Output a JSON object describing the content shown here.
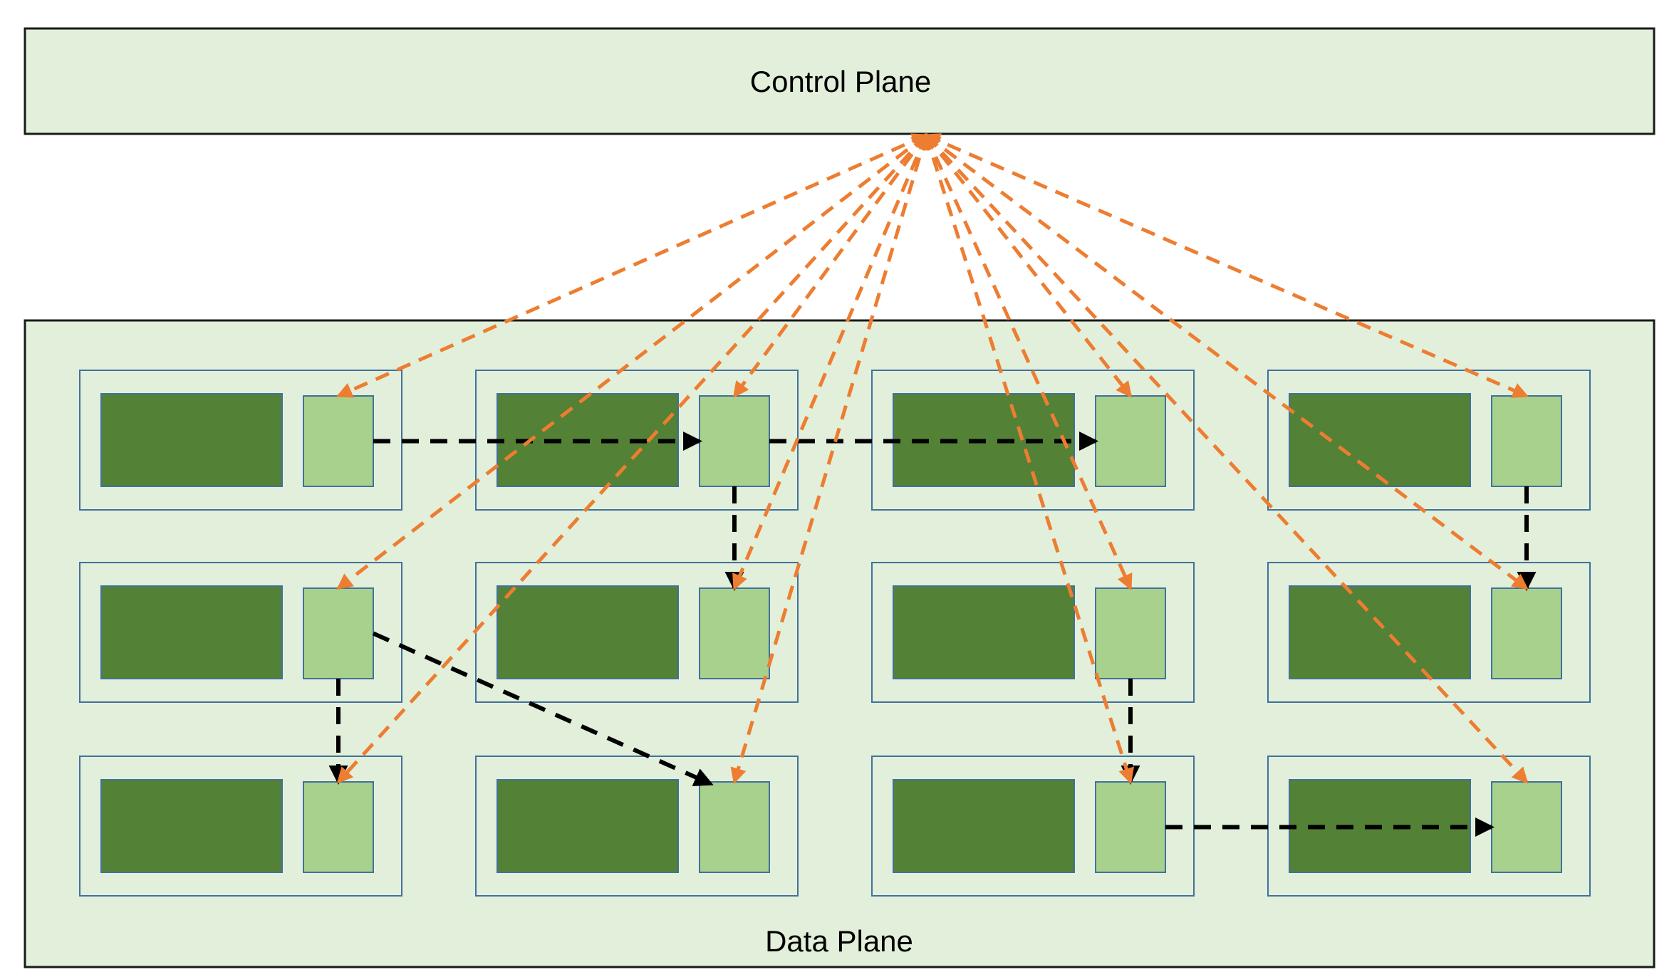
{
  "diagram": {
    "control_plane": {
      "label": "Control Plane"
    },
    "data_plane": {
      "label": "Data Plane"
    },
    "colors": {
      "background": "#ffffff",
      "plane_fill": "#e2efda",
      "plane_stroke": "#1a1a1a",
      "pod_fill": "#e2efda",
      "pod_stroke": "#41719c",
      "service_fill": "#538135",
      "service_stroke": "#41719c",
      "proxy_fill": "#a9d18e",
      "proxy_stroke": "#41719c",
      "control_link_color": "#ed7d31",
      "data_link_color": "#000000",
      "label_color": "#000000"
    },
    "grid": {
      "rows": 3,
      "columns": 4
    },
    "pods": [
      {
        "id": "pod-r1-c1",
        "row": 1,
        "col": 1
      },
      {
        "id": "pod-r1-c2",
        "row": 1,
        "col": 2
      },
      {
        "id": "pod-r1-c3",
        "row": 1,
        "col": 3
      },
      {
        "id": "pod-r1-c4",
        "row": 1,
        "col": 4
      },
      {
        "id": "pod-r2-c1",
        "row": 2,
        "col": 1
      },
      {
        "id": "pod-r2-c2",
        "row": 2,
        "col": 2
      },
      {
        "id": "pod-r2-c3",
        "row": 2,
        "col": 3
      },
      {
        "id": "pod-r2-c4",
        "row": 2,
        "col": 4
      },
      {
        "id": "pod-r3-c1",
        "row": 3,
        "col": 1
      },
      {
        "id": "pod-r3-c2",
        "row": 3,
        "col": 2
      },
      {
        "id": "pod-r3-c3",
        "row": 3,
        "col": 3
      },
      {
        "id": "pod-r3-c4",
        "row": 3,
        "col": 4
      }
    ],
    "control_links": {
      "style": "dashed",
      "bidirectional": true,
      "targets": [
        "pod-r1-c1",
        "pod-r1-c2",
        "pod-r1-c3",
        "pod-r1-c4",
        "pod-r2-c1",
        "pod-r2-c2",
        "pod-r2-c3",
        "pod-r2-c4",
        "pod-r3-c1",
        "pod-r3-c2",
        "pod-r3-c3",
        "pod-r3-c4"
      ]
    },
    "data_links": {
      "style": "dashed",
      "links": [
        {
          "from": "pod-r1-c1",
          "from_side": "right",
          "to": "pod-r1-c2",
          "to_side": "left"
        },
        {
          "from": "pod-r1-c2",
          "from_side": "right",
          "to": "pod-r1-c3",
          "to_side": "left"
        },
        {
          "from": "pod-r1-c2",
          "from_side": "bottom",
          "to": "pod-r2-c2",
          "to_side": "top"
        },
        {
          "from": "pod-r1-c4",
          "from_side": "bottom",
          "to": "pod-r2-c4",
          "to_side": "top"
        },
        {
          "from": "pod-r2-c1",
          "from_side": "bottom",
          "to": "pod-r3-c1",
          "to_side": "top"
        },
        {
          "from": "pod-r2-c1",
          "from_side": "right",
          "to": "pod-r3-c2",
          "to_side": "topleft"
        },
        {
          "from": "pod-r2-c3",
          "from_side": "bottom",
          "to": "pod-r3-c3",
          "to_side": "top"
        },
        {
          "from": "pod-r3-c3",
          "from_side": "right",
          "to": "pod-r3-c4",
          "to_side": "left"
        }
      ]
    }
  }
}
